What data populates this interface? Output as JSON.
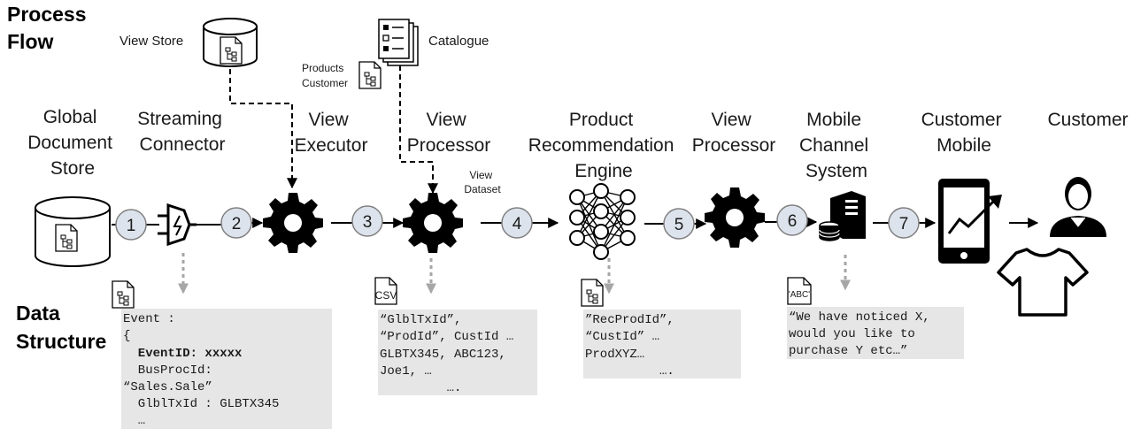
{
  "headings": {
    "process_flow": [
      "Process",
      "Flow"
    ],
    "data_structure": [
      "Data",
      "Structure"
    ]
  },
  "stages": [
    {
      "id": "global-document-store",
      "lines": [
        "Global",
        "Document",
        "Store"
      ]
    },
    {
      "id": "streaming-connector",
      "lines": [
        "Streaming",
        "Connector"
      ]
    },
    {
      "id": "view-executor",
      "lines": [
        "View",
        "Executor"
      ]
    },
    {
      "id": "view-processor-1",
      "lines": [
        "View",
        "Processor"
      ]
    },
    {
      "id": "product-recommendation-engine",
      "lines": [
        "Product",
        "Recommendation",
        "Engine"
      ]
    },
    {
      "id": "view-processor-2",
      "lines": [
        "View",
        "Processor"
      ]
    },
    {
      "id": "mobile-channel-system",
      "lines": [
        "Mobile",
        "Channel",
        "System"
      ]
    },
    {
      "id": "customer-mobile",
      "lines": [
        "Customer",
        "Mobile"
      ]
    },
    {
      "id": "customer",
      "lines": [
        "Customer"
      ]
    }
  ],
  "steps": [
    "1",
    "2",
    "3",
    "4",
    "5",
    "6",
    "7"
  ],
  "side_labels": {
    "view_store": "View Store",
    "catalogue": "Catalogue",
    "products_customer": [
      "Products",
      "Customer"
    ],
    "view_dataset": [
      "View",
      "Dataset"
    ]
  },
  "icons": {
    "csv": "CSV",
    "abc": "\"ABC\""
  },
  "data_boxes": {
    "event": [
      "Event :",
      "{",
      "  EventID: xxxxx",
      "  BusProcId:",
      "“Sales.Sale”",
      "  GlblTxId : GLBTX345",
      "  …"
    ],
    "csv": [
      "“GlblTxId”,",
      "“ProdId”, CustId …",
      "GLBTX345, ABC123,",
      "Joe1, …",
      "         …."
    ],
    "recommendation": [
      "”RecProdId”,",
      "“CustId” …",
      "ProdXYZ…",
      "          …."
    ],
    "message": [
      "“We have noticed X,",
      "would you like to",
      "purchase Y etc…”"
    ]
  }
}
